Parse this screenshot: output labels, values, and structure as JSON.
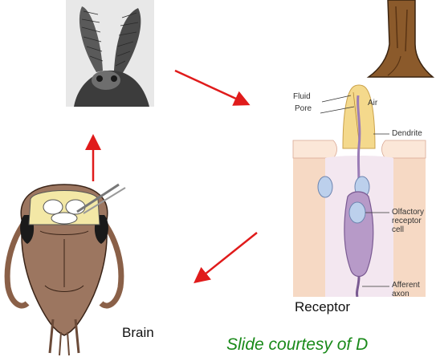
{
  "labels": {
    "fluid": "Fluid",
    "pore": "Pore",
    "air": "Air",
    "dendrite": "Dendrite",
    "olfactory_l1": "Olfactory",
    "olfactory_l2": "receptor",
    "olfactory_l3": "cell",
    "afferent_l1": "Afferent",
    "afferent_l2": "axon",
    "receptor": "Receptor",
    "brain": "Brain"
  },
  "credit": "Slide courtesy of D",
  "colors": {
    "arrow": "#e01b1b",
    "credit": "#1a8a1a",
    "tree": "#8b5a2b",
    "hair": "#f4d98c",
    "cell": "#b79ac8",
    "head": "#9c7660"
  },
  "icons": [
    "moth-photo",
    "tree-trunk",
    "receptor-diagram",
    "insect-head-diagram"
  ]
}
